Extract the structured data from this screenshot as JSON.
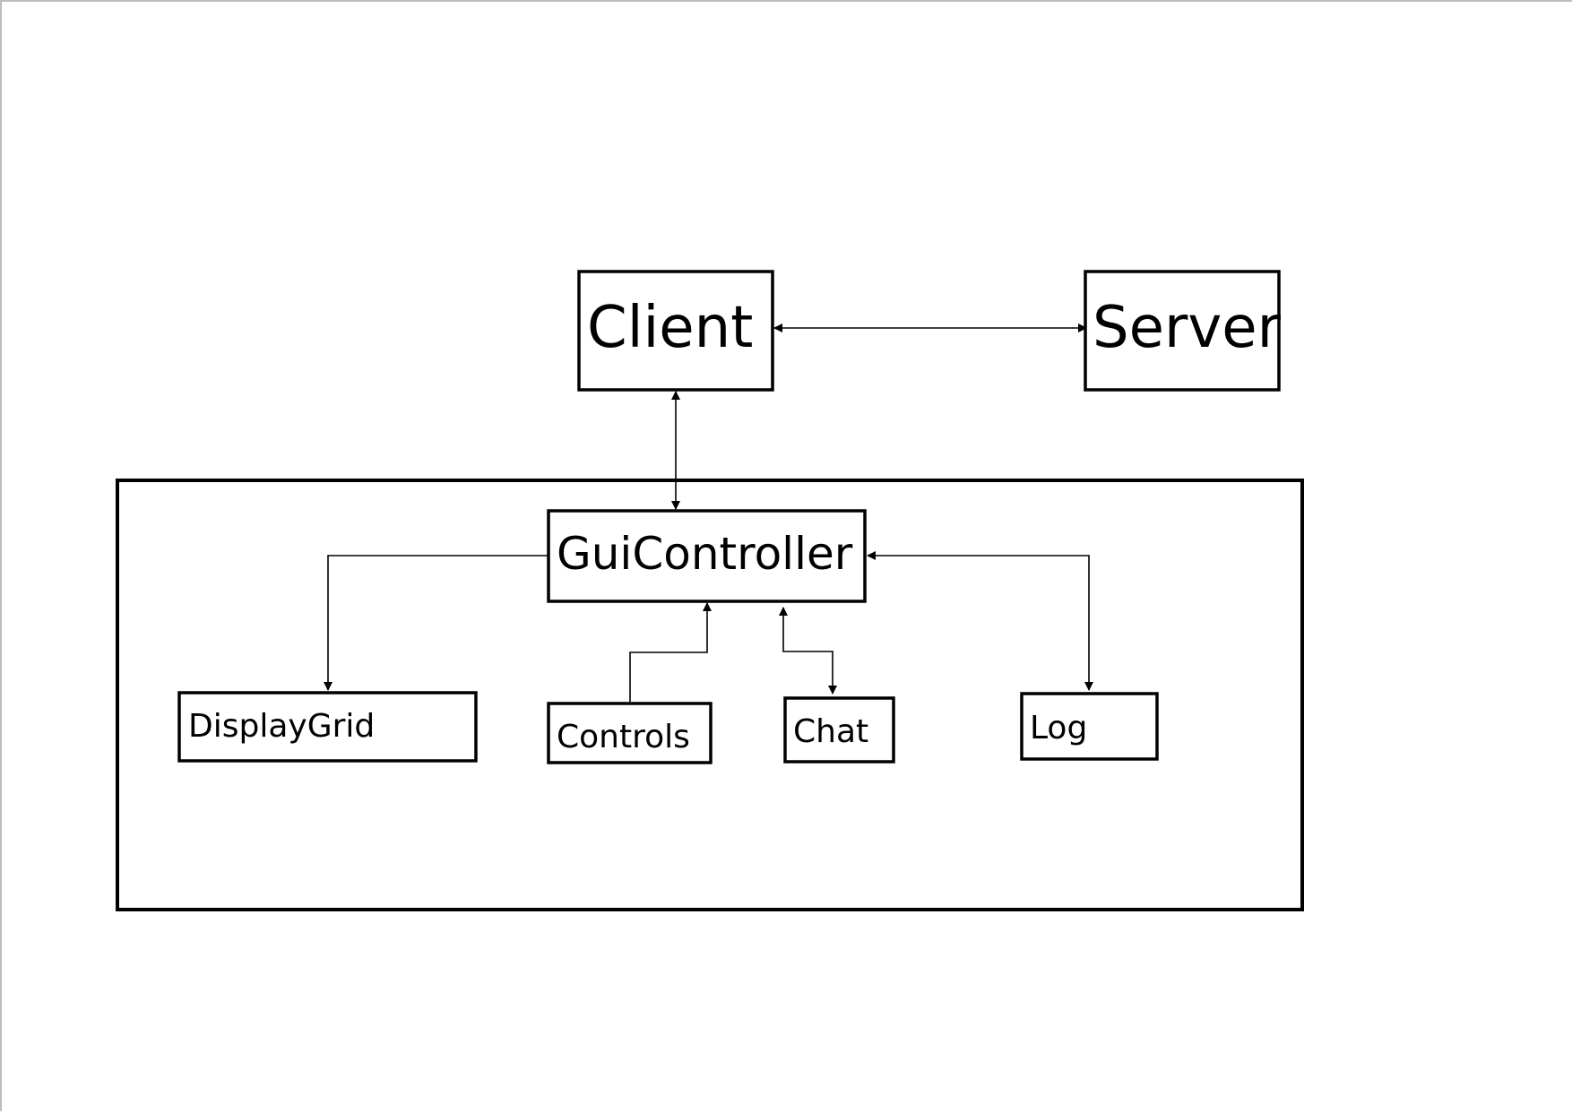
{
  "diagram": {
    "nodes": {
      "client": "Client",
      "server": "Server",
      "gui_controller": "GuiController",
      "display_grid": "DisplayGrid",
      "controls": "Controls",
      "chat": "Chat",
      "log": "Log"
    },
    "edges": [
      {
        "from": "client",
        "to": "server",
        "direction": "bidirectional"
      },
      {
        "from": "client",
        "to": "gui_controller",
        "direction": "bidirectional"
      },
      {
        "from": "gui_controller",
        "to": "display_grid",
        "direction": "forward"
      },
      {
        "from": "controls",
        "to": "gui_controller",
        "direction": "forward"
      },
      {
        "from": "gui_controller",
        "to": "chat",
        "direction": "bidirectional"
      },
      {
        "from": "gui_controller",
        "to": "log",
        "direction": "bidirectional"
      }
    ]
  }
}
